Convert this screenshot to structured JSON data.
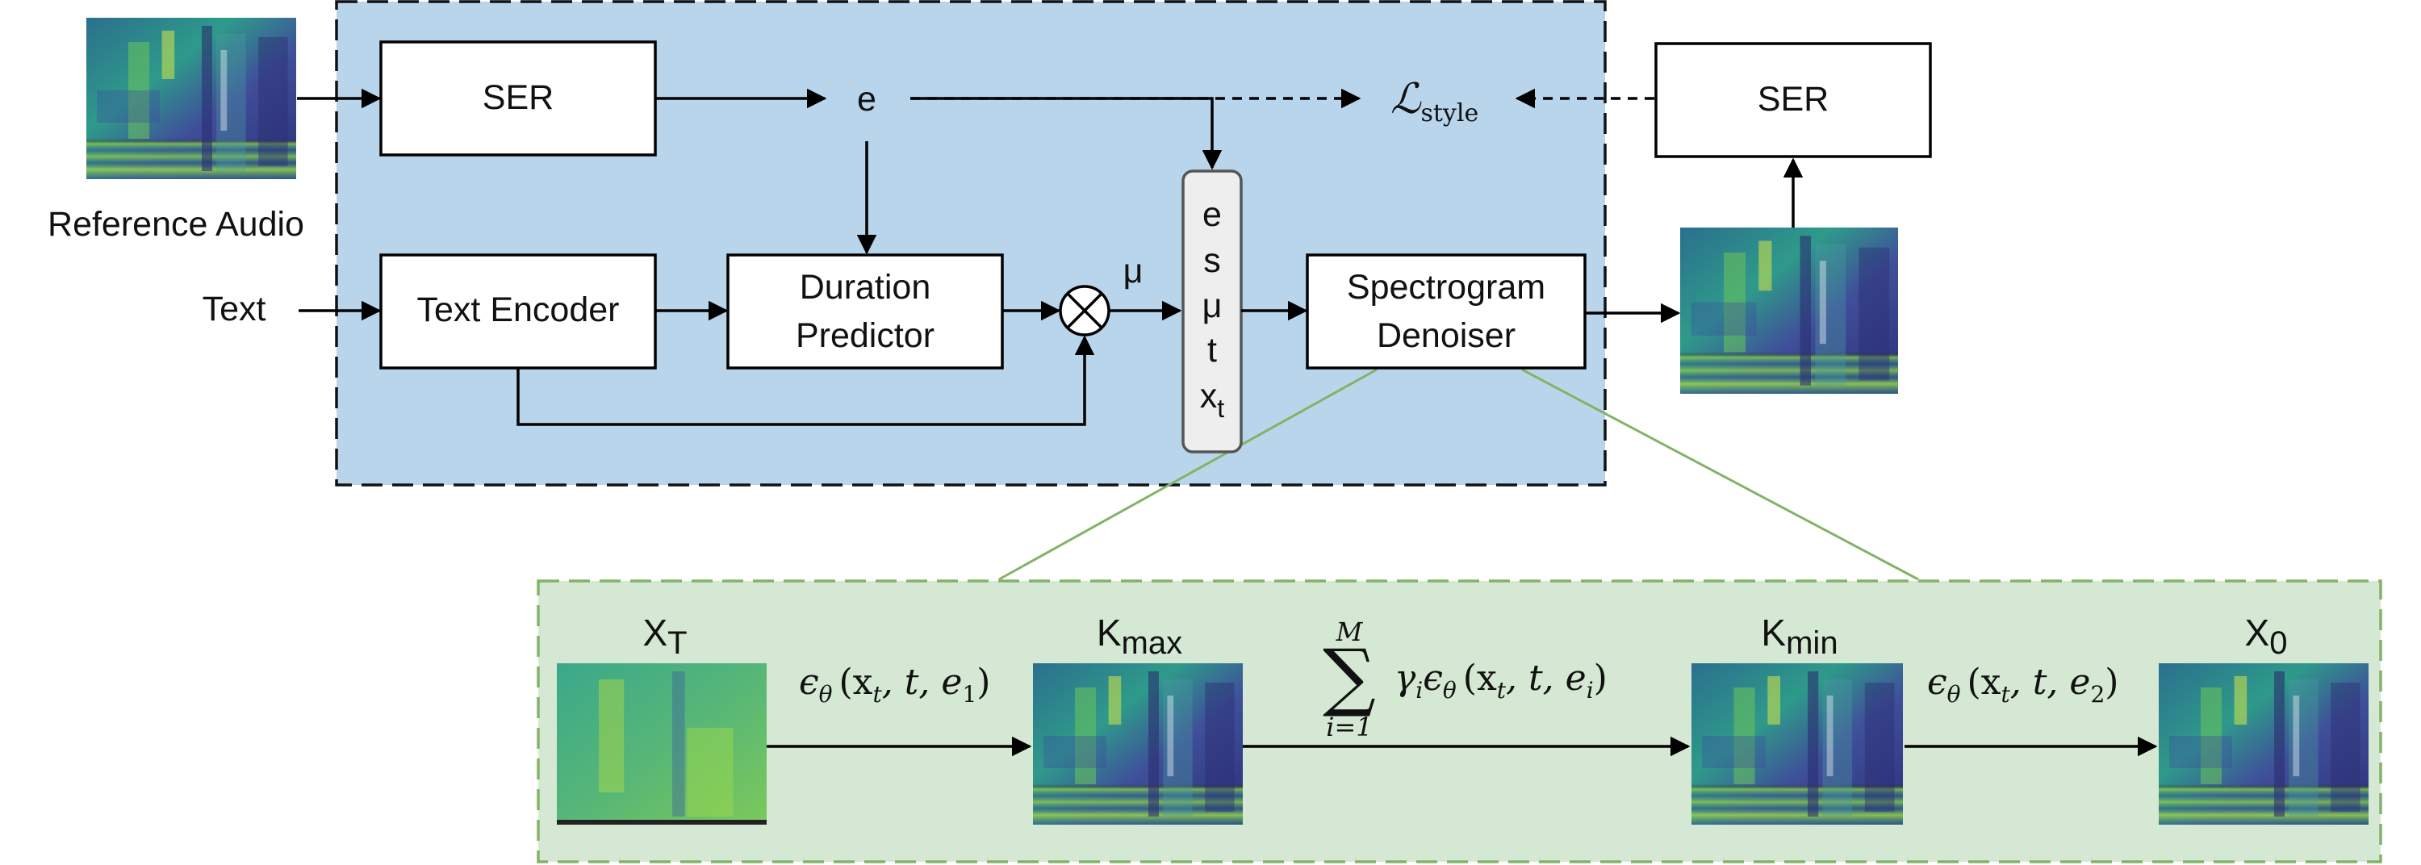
{
  "inputs": {
    "reference_audio": "Reference Audio",
    "text": "Text"
  },
  "blocks": {
    "ser_left": "SER",
    "ser_right": "SER",
    "text_encoder": "Text Encoder",
    "duration_predictor_l1": "Duration",
    "duration_predictor_l2": "Predictor",
    "spectrogram_denoiser_l1": "Spectrogram",
    "spectrogram_denoiser_l2": "Denoiser"
  },
  "symbols": {
    "e": "e",
    "mu": "μ",
    "loss": "ℒ",
    "loss_sub": "style"
  },
  "concat_stack": {
    "items": [
      "e",
      "s",
      "μ",
      "t"
    ],
    "xt_base": "x",
    "xt_sub": "t"
  },
  "sampling": {
    "stages": [
      {
        "base": "X",
        "sub": "T"
      },
      {
        "base": "K",
        "sub": "max"
      },
      {
        "base": "K",
        "sub": "min"
      },
      {
        "base": "X",
        "sub": "0"
      }
    ],
    "eq1": {
      "eps": "ϵ",
      "theta": "θ",
      "args_pre": "(x",
      "t_sub": "t",
      "args_mid": ", t, e",
      "e_sub": "1",
      "close": ")"
    },
    "eq2": {
      "sum": "∑",
      "upper": "M",
      "lower": "i=1",
      "gamma": "γ",
      "i_sub": "i",
      "eps": "ϵ",
      "theta": "θ",
      "args_pre": "(x",
      "t_sub": "t",
      "args_mid": ", t, e",
      "e_sub": "i",
      "close": ")"
    },
    "eq3": {
      "eps": "ϵ",
      "theta": "θ",
      "args_pre": "(x",
      "t_sub": "t",
      "args_mid": ", t, e",
      "e_sub": "2",
      "close": ")"
    }
  },
  "colors": {
    "blue_panel": "#b9d5ec",
    "green_panel": "#d5e8d4",
    "green_border": "#82b366",
    "spec_dark": "#3b1f6e",
    "spec_mid": "#2a8c8c",
    "spec_light": "#7fd34e",
    "spec_bright": "#d6e24a"
  }
}
